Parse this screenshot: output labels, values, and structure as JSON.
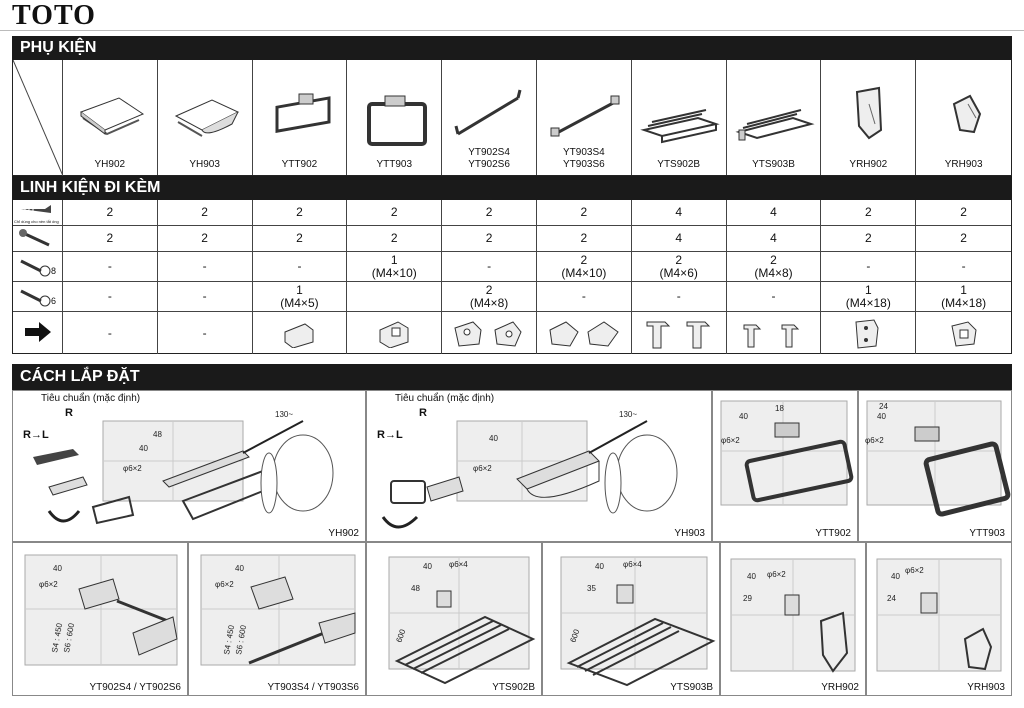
{
  "brand": "TOTO",
  "sections": {
    "products": "PHỤ KIỆN",
    "accessories": "LINH KIỆN ĐI KÈM",
    "installation": "CÁCH LẮP ĐẶT"
  },
  "products": [
    {
      "code": "YH902"
    },
    {
      "code": "YH903"
    },
    {
      "code": "YTT902"
    },
    {
      "code": "YTT903"
    },
    {
      "code": "YT902S4\nYT902S6"
    },
    {
      "code": "YT903S4\nYT903S6"
    },
    {
      "code": "YTS902B"
    },
    {
      "code": "YTS903B"
    },
    {
      "code": "YRH902"
    },
    {
      "code": "YRH903"
    }
  ],
  "accessories": {
    "anchor_note": "Chỉ dùng cho nền tắt ống",
    "rows": [
      {
        "icon": "wall-anchor-icon",
        "values": [
          "2",
          "2",
          "2",
          "2",
          "2",
          "2",
          "4",
          "4",
          "2",
          "2"
        ]
      },
      {
        "icon": "wood-screw-icon",
        "values": [
          "2",
          "2",
          "2",
          "2",
          "2",
          "2",
          "4",
          "4",
          "2",
          "2"
        ]
      },
      {
        "icon": "set-screw-8-icon",
        "sub": "8",
        "values": [
          "-",
          "-",
          "-",
          "1\n(M4×10)",
          "-",
          "2\n(M4×10)",
          "2\n(M4×6)",
          "2\n(M4×8)",
          "-",
          "-"
        ]
      },
      {
        "icon": "set-screw-6-icon",
        "sub": "6",
        "values": [
          "-",
          "-",
          "1\n(M4×5)",
          "",
          "2\n(M4×8)",
          "-",
          "-",
          "-",
          "1\n(M4×18)",
          "1\n(M4×18)"
        ]
      },
      {
        "icon": "bracket-arrow-icon",
        "values": [
          "-",
          "-",
          "",
          "",
          "",
          "",
          "",
          "",
          "",
          ""
        ]
      }
    ]
  },
  "install": {
    "note": "Tiêu chuẩn (mặc định)",
    "r": "R",
    "rl": "R→L",
    "panels": [
      {
        "label": "YH902",
        "dims": [
          "130~",
          "48",
          "40",
          "φ6×2"
        ]
      },
      {
        "label": "YH903",
        "dims": [
          "130~",
          "40",
          "φ6×2"
        ]
      },
      {
        "label": "YTT902",
        "dims": [
          "40",
          "18",
          "φ6×2"
        ]
      },
      {
        "label": "YTT903",
        "dims": [
          "40",
          "24",
          "φ6×2"
        ]
      },
      {
        "label": "YT902S4 / YT902S6",
        "dims": [
          "40",
          "φ6×2",
          "S4 : 450",
          "S6 : 600"
        ]
      },
      {
        "label": "YT903S4 / YT903S6",
        "dims": [
          "40",
          "φ6×2",
          "S4 : 450",
          "S6 : 600"
        ]
      },
      {
        "label": "YTS902B",
        "dims": [
          "40",
          "φ6×4",
          "48",
          "600"
        ]
      },
      {
        "label": "YTS903B",
        "dims": [
          "40",
          "φ6×4",
          "35",
          "600"
        ]
      },
      {
        "label": "YRH902",
        "dims": [
          "40",
          "φ6×2",
          "29"
        ]
      },
      {
        "label": "YRH903",
        "dims": [
          "40",
          "φ6×2",
          "24"
        ]
      }
    ]
  }
}
